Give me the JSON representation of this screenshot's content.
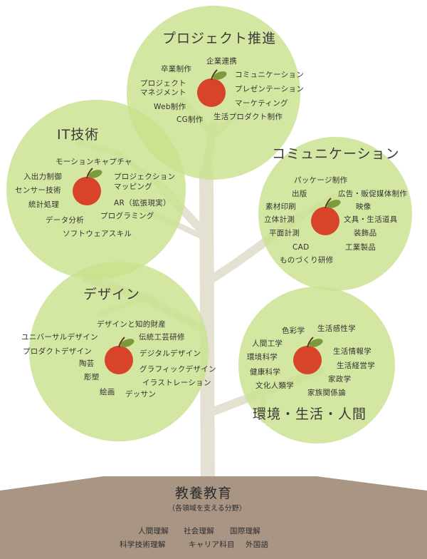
{
  "clusters": [
    {
      "id": "project",
      "title": "プロジェクト推進",
      "items": [
        "卒業制作",
        "企業連携",
        "プロジェクト",
        "マネジメント",
        "コミュニケーション",
        "プレゼンテーション",
        "Web制作",
        "マーケティング",
        "CG制作",
        "生活プロダクト制作"
      ]
    },
    {
      "id": "it",
      "title": "IT技術",
      "items": [
        "モーションキャプチャ",
        "入出力制御",
        "プロジェクション",
        "マッピング",
        "センサー技術",
        "AR（拡張現実）",
        "統計処理",
        "プログラミング",
        "データ分析",
        "ソフトウェアスキル"
      ]
    },
    {
      "id": "comm",
      "title": "コミュニケーション",
      "items": [
        "パッケージ制作",
        "出版",
        "広告・販促媒体制作",
        "映像",
        "素材印刷",
        "立体計測",
        "文具・生活道具",
        "平面計測",
        "装飾品",
        "CAD",
        "工業製品",
        "ものづくり研修"
      ]
    },
    {
      "id": "design",
      "title": "デザイン",
      "items": [
        "デザインと知的財産",
        "ユニバーサルデザイン",
        "伝統工芸研修",
        "プロダクトデザイン",
        "デジタルデザイン",
        "陶芸",
        "グラフィックデザイン",
        "彫塑",
        "イラストレーション",
        "絵画",
        "デッサン"
      ]
    },
    {
      "id": "env",
      "title": "環境・生活・人間",
      "items": [
        "色彩学",
        "生活感性学",
        "人間工学",
        "環境科学",
        "生活情報学",
        "生活経営学",
        "健康科学",
        "家政学",
        "文化人類学",
        "家族関係論"
      ]
    }
  ],
  "base": {
    "title": "教養教育",
    "subtitle": "（各領域を支える分野）",
    "items": [
      "人間理解",
      "社会理解",
      "国際理解",
      "科学技術理解",
      "キャリア科目",
      "外国語"
    ]
  },
  "colors": {
    "circle_fill": "#cde596",
    "trunk": "#e4e1d3",
    "apple": "#d8442a",
    "leaf": "#7a9a3c",
    "ground": "#a89584",
    "text": "#333333"
  }
}
